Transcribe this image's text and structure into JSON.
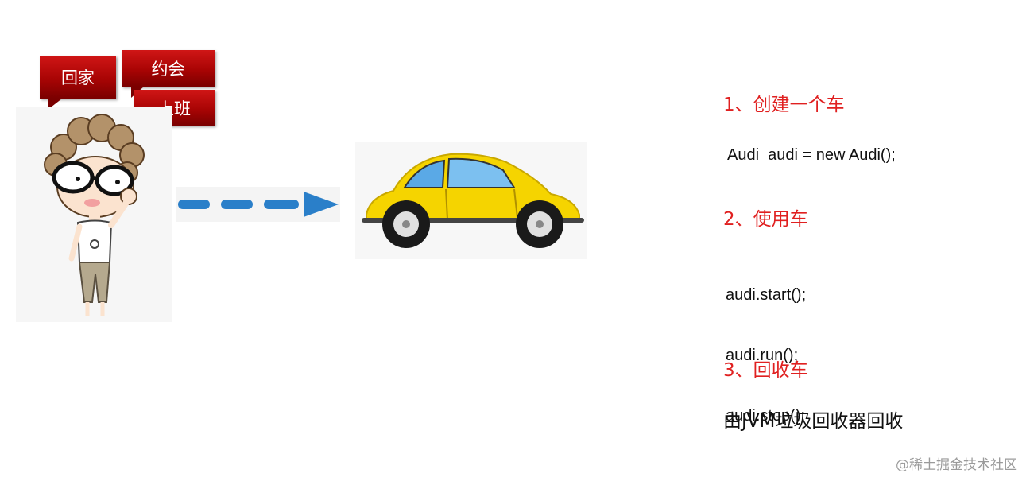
{
  "bubbles": {
    "home": "回家",
    "date": "约会",
    "work": "上班"
  },
  "steps": {
    "create_label": "1、创建一个车",
    "create_code": "Audi  audi = new Audi();",
    "use_label": "2、使用车",
    "use_code": [
      "audi.start();",
      "audi.run();",
      "audi.stop();"
    ],
    "recycle_label": "3、回收车",
    "recycle_note": "由JVM垃圾回收器回收"
  },
  "watermark": "@稀土掘金技术社区",
  "colors": {
    "accent_red": "#e02020",
    "bubble_red": "#a80404",
    "arrow_blue": "#2a7fc9",
    "car_yellow": "#f5d400"
  },
  "icons": [
    "person-illustration",
    "car-illustration",
    "dashed-arrow"
  ]
}
